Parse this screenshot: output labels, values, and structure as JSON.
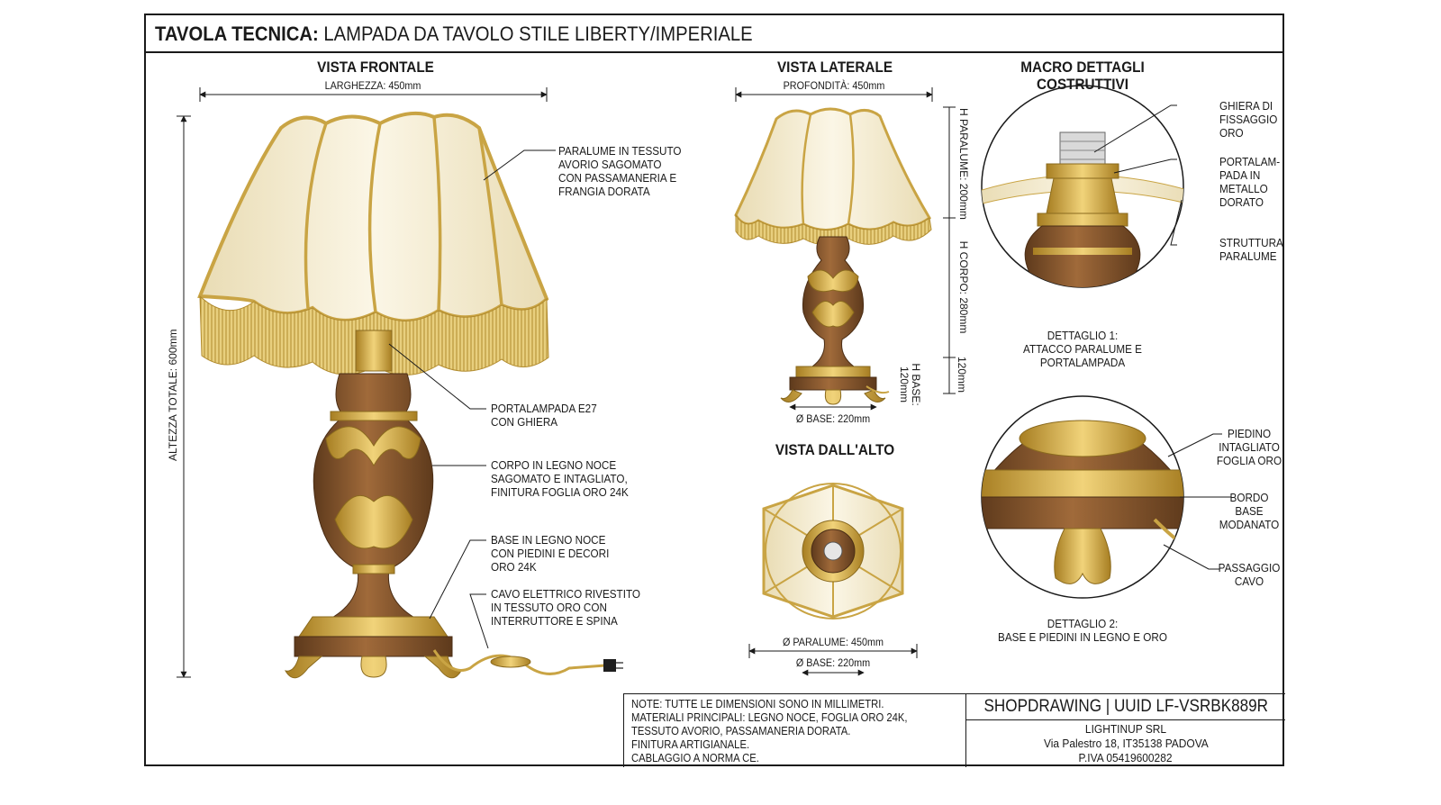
{
  "title": {
    "bold": "TAVOLA TECNICA:",
    "text": "LAMPADA DA TAVOLO STILE LIBERTY/IMPERIALE"
  },
  "views": {
    "front": "VISTA FRONTALE",
    "side": "VISTA LATERALE",
    "top": "VISTA DALL'ALTO",
    "macro": "MACRO DETTAGLI\nCOSTRUTTIVI"
  },
  "dimensions": {
    "front_width": "LARGHEZZA: 450mm",
    "front_height": "ALTEZZA TOTALE: 600mm",
    "side_depth": "PROFONDITÀ: 450mm",
    "side_h_shade": "H PARALUME: 200mm",
    "side_h_body": "H CORPO: 280mm",
    "side_h_base_label": "H BASE:\n120mm",
    "side_h_base": "120mm",
    "side_base_diam": "Ø BASE: 220mm",
    "top_shade_diam": "Ø PARALUME: 450mm",
    "top_base_diam": "Ø BASE: 220mm"
  },
  "callouts": {
    "shade": "PARALUME IN TESSUTO\nAVORIO SAGOMATO\nCON PASSAMANERIA E\nFRANGIA DORATA",
    "socket": "PORTALAMPADA E27\nCON GHIERA",
    "body": "CORPO IN LEGNO NOCE\nSAGOMATO E INTAGLIATO,\nFINITURA FOGLIA ORO 24K",
    "base": "BASE IN LEGNO NOCE\nCON PIEDINI E DECORI\nORO 24K",
    "cable": "CAVO ELETTRICO RIVESTITO\nIN TESSUTO ORO CON\nINTERRUTTORE E SPINA"
  },
  "detail1": {
    "ring": "GHIERA DI\nFISSAGGIO\nORO",
    "holder": "PORTALAM-\nPADA IN\nMETALLO\nDORATO",
    "frame": "STRUTTURA\nPARALUME",
    "caption": "DETTAGLIO 1:\nATTACCO PARALUME E PORTALAMPADA"
  },
  "detail2": {
    "foot": "PIEDINO\nINTAGLIATO\nFOGLIA ORO",
    "edge": "BORDO\nBASE\nMODANATO",
    "cable": "PASSAGGIO\nCAVO",
    "caption": "DETTAGLIO 2:\nBASE E PIEDINI IN LEGNO E ORO"
  },
  "notes": "NOTE: TUTTE LE DIMENSIONI SONO IN MILLIMETRI.\nMATERIALI PRINCIPALI: LEGNO NOCE, FOGLIA ORO 24K,\nTESSUTO AVORIO, PASSAMANERIA DORATA.\nFINITURA ARTIGIANALE.\nCABLAGGIO A NORMA CE.",
  "title_block": {
    "uid": "SHOPDRAWING | UUID LF-VSRBK889R",
    "company": "LIGHTINUP SRL",
    "address": "Via Palestro 18, IT35138 PADOVA",
    "vat": "P.IVA 05419600282"
  },
  "colors": {
    "ink": "#1a1a1a",
    "ivory": "#f6efd6",
    "ivory_shadow": "#e6d9b0",
    "gold": "#d8b04a",
    "gold_dark": "#a77e22",
    "walnut": "#8a5a30",
    "walnut_dark": "#5e3a1c"
  }
}
